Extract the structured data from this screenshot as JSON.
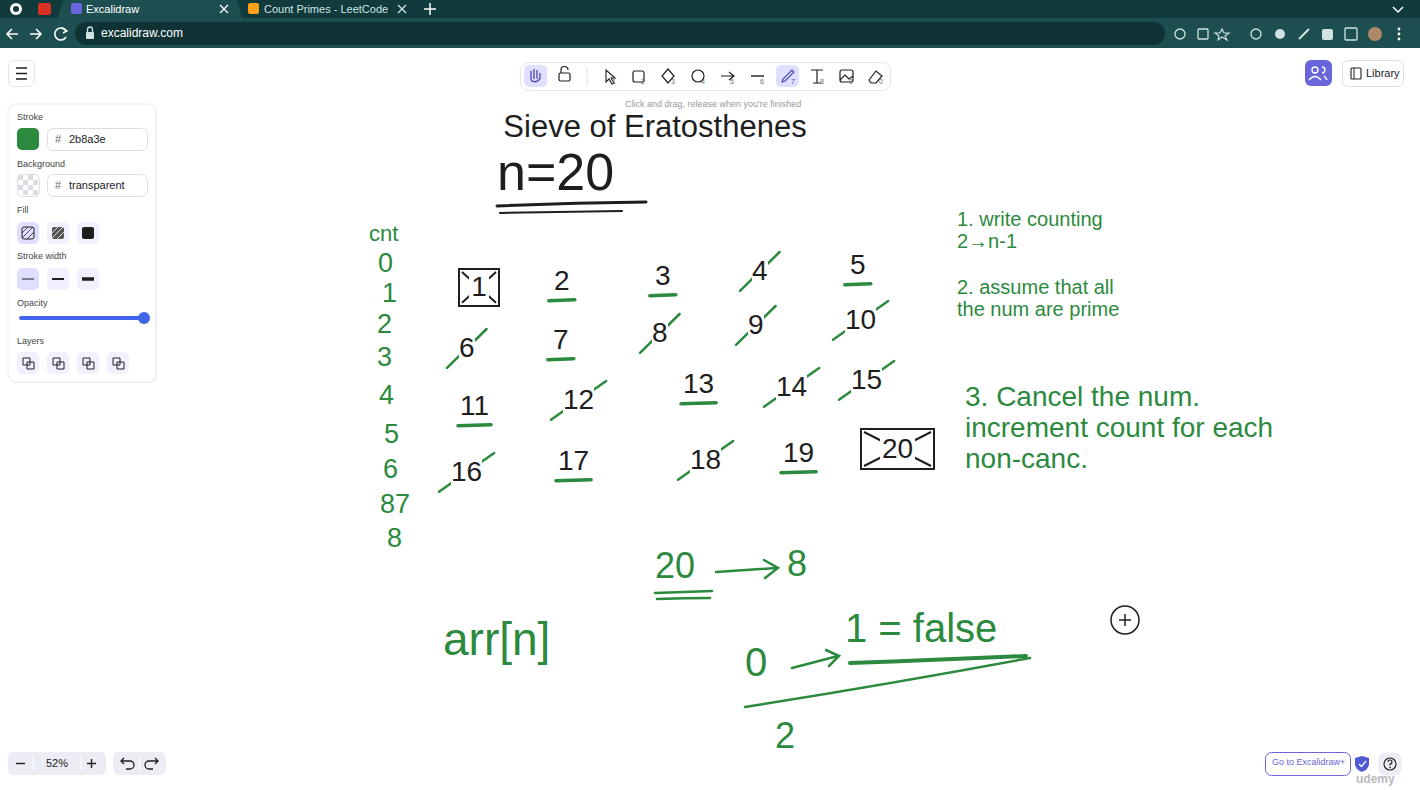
{
  "diagram": {
    "title": "Sieve of Eratosthenes",
    "nodes": [
      {
        "text": [
          "1"
        ]
      },
      {
        "text": [
          "20"
        ]
      }
    ],
    "labels": [
      "Excalidraw",
      "Count Primes - LeetCode",
      "excalidraw.com",
      "Click and drag, release when you're finished",
      "1",
      "2",
      "3",
      "4",
      "5",
      "6",
      "7",
      "8",
      "9",
      "0",
      "Stroke",
      "#",
      "2b8a3e",
      "Background",
      "#",
      "transparent",
      "Fill",
      "Stroke width",
      "Opacity",
      "Layers",
      "Library",
      "52%",
      "Go to Excalidraw+",
      "udemy",
      "n=20",
      "cnt",
      "0",
      "1",
      "2",
      "3",
      "4",
      "5",
      "6",
      "87",
      "8",
      "2",
      "3",
      "4",
      "5",
      "6",
      "7",
      "8",
      "9",
      "10",
      "11",
      "12",
      "13",
      "14",
      "15",
      "16",
      "17",
      "18",
      "19",
      "1. write counting 2→n-1",
      "2. assume that all the num are prime",
      "3. Cancel the num. increment count for each non-canc.",
      "20",
      "8",
      "arr[n]",
      "0",
      "1 = false",
      "2"
    ]
  }
}
